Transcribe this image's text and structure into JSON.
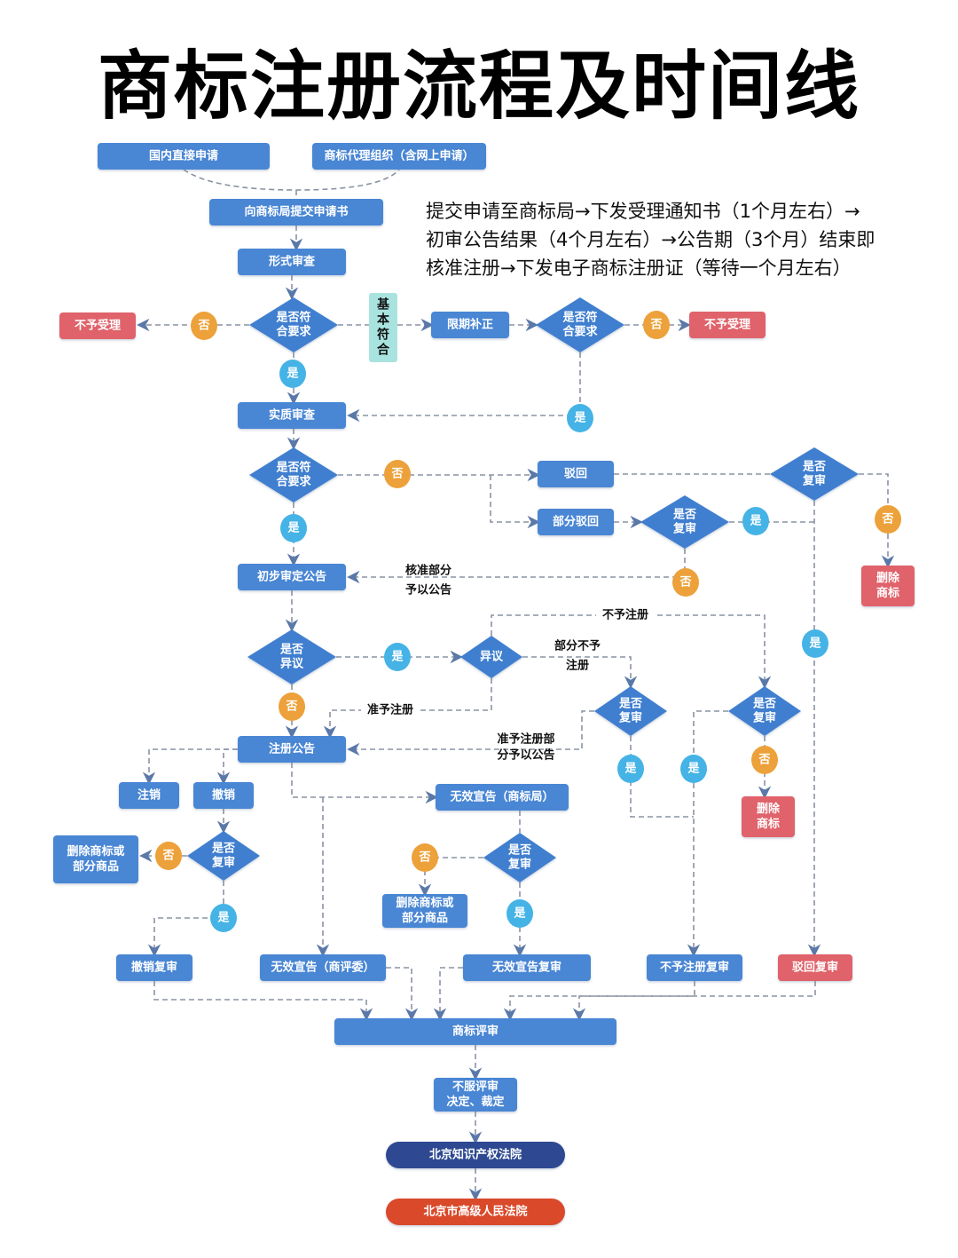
{
  "title": "商标注册流程及时间线",
  "timeline_note": [
    "提交申请至商标局→下发受理通知书（1个月左右）→",
    "初审公告结果（4个月左右）→公告期（3个月）结束即",
    "核准注册→下发电子商标注册证（等待一个月左右）"
  ],
  "colors": {
    "process": "#4a86d4",
    "decision": "#3f7fcf",
    "reject": "#e0626a",
    "yes_badge": "#45b3e6",
    "no_badge": "#eda13a",
    "note_box": "#a9e3df",
    "court1": "#2e4a92",
    "court2": "#d94a2a",
    "connector": "#8a93a3"
  },
  "nodes": {
    "domestic": [
      "国内直接申请"
    ],
    "agency": [
      "商标代理组织（含网上申请）"
    ],
    "submit": [
      "向商标局提交申请书"
    ],
    "formal_review": [
      "形式审查"
    ],
    "d_formal": [
      "是否符",
      "合要求"
    ],
    "reject_left": [
      "不予受理"
    ],
    "basic_match": [
      "基",
      "本",
      "符",
      "合"
    ],
    "correction": [
      "限期补正"
    ],
    "d_correction": [
      "是否符",
      "合要求"
    ],
    "reject_right": [
      "不予受理"
    ],
    "substantive": [
      "实质审查"
    ],
    "d_substantive": [
      "是否符",
      "合要求"
    ],
    "rejected": [
      "驳回"
    ],
    "partial_reject": [
      "部分驳回"
    ],
    "d_review_a": [
      "是否",
      "复审"
    ],
    "d_review_b": [
      "是否",
      "复审"
    ],
    "delete_mark_a": [
      "删除",
      "商标"
    ],
    "prelim_announce": [
      "初步审定公告"
    ],
    "d_opposition": [
      "是否",
      "异议"
    ],
    "opposition": [
      "异议"
    ],
    "d_review_c": [
      "是否",
      "复审"
    ],
    "d_review_d": [
      "是否",
      "复审"
    ],
    "delete_mark_b": [
      "删除",
      "商标"
    ],
    "reg_announce": [
      "注册公告"
    ],
    "cancel": [
      "注销"
    ],
    "revoke": [
      "撤销"
    ],
    "d_review_e": [
      "是否",
      "复审"
    ],
    "delete_goods_a": [
      "删除商标或",
      "部分商品"
    ],
    "invalid_office": [
      "无效宣告（商标局）"
    ],
    "d_review_f": [
      "是否",
      "复审"
    ],
    "delete_goods_b": [
      "删除商标或",
      "部分商品"
    ],
    "revoke_review": [
      "撤销复审"
    ],
    "invalid_board": [
      "无效宣告（商评委）"
    ],
    "invalid_review": [
      "无效宣告复审"
    ],
    "refuse_review": [
      "不予注册复审"
    ],
    "reject_review": [
      "驳回复审"
    ],
    "tm_review": [
      "商标评审"
    ],
    "disagree": [
      "不服评审",
      "决定、裁定"
    ],
    "court_ip": [
      "北京知识产权法院"
    ],
    "court_high": [
      "北京市高级人民法院"
    ]
  },
  "badges": {
    "yes": "是",
    "no": "否"
  },
  "edge_labels": {
    "partial_approve_announce": [
      "核准部分",
      "予以公告"
    ],
    "refuse_register": "不予注册",
    "partial_refuse": [
      "部分不予",
      "注册"
    ],
    "approve_register": "准予注册",
    "approve_partial_announce": [
      "准予注册部",
      "分予以公告"
    ]
  }
}
